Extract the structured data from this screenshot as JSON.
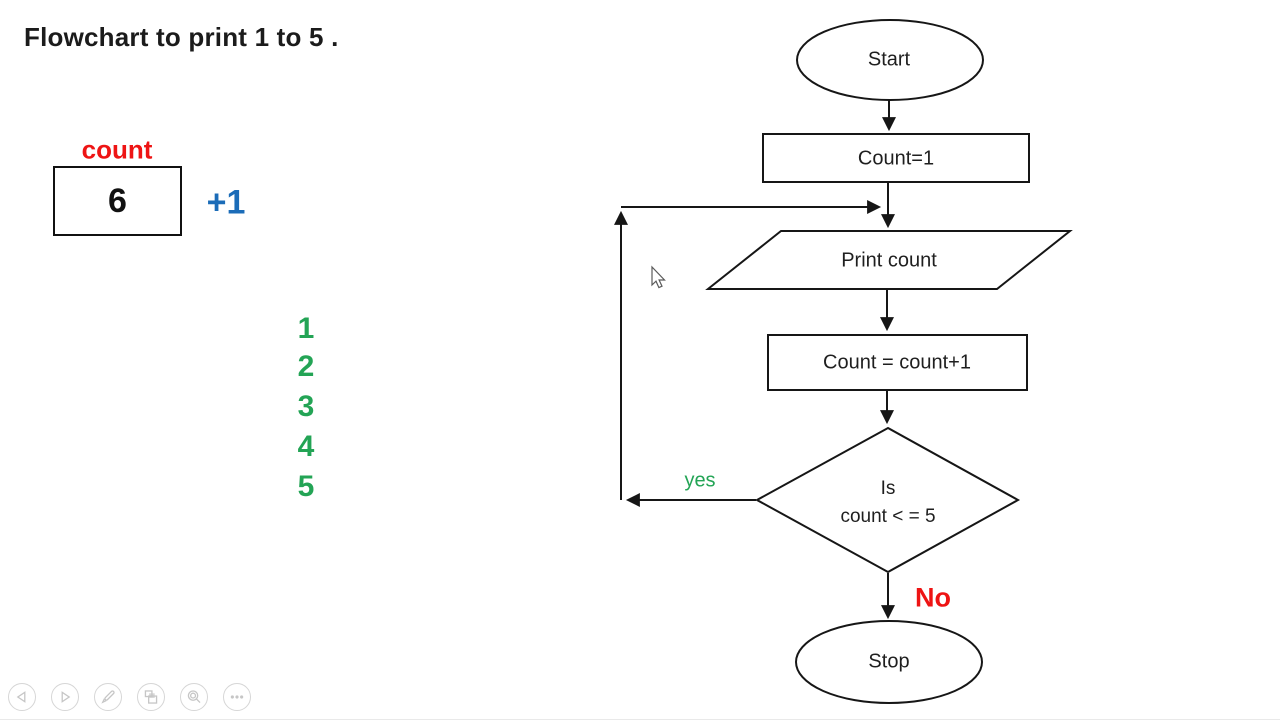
{
  "slide": {
    "title": "Flowchart to print 1 to 5 .",
    "variable_box": {
      "label": "count",
      "value": "6",
      "increment": "+1"
    },
    "output_numbers": [
      "1",
      "2",
      "3",
      "4",
      "5"
    ],
    "flowchart": {
      "start": "Start",
      "init": "Count=1",
      "print": "Print count",
      "increment": "Count = count+1",
      "decision_line1": "Is",
      "decision_line2": "count < = 5",
      "yes_label": "yes",
      "no_label": "No",
      "stop": "Stop"
    },
    "colors": {
      "red": "#ee1414",
      "blue": "#1b6cb8",
      "green": "#23a455",
      "toolbar": "#c6c6c6"
    }
  },
  "toolbar": {
    "buttons": [
      {
        "icon": "previous-slide-triangle-icon"
      },
      {
        "icon": "next-slide-triangle-icon"
      },
      {
        "icon": "pen-icon"
      },
      {
        "icon": "see-all-slides-icon"
      },
      {
        "icon": "magnifier-icon"
      },
      {
        "icon": "ellipsis-icon"
      }
    ]
  }
}
